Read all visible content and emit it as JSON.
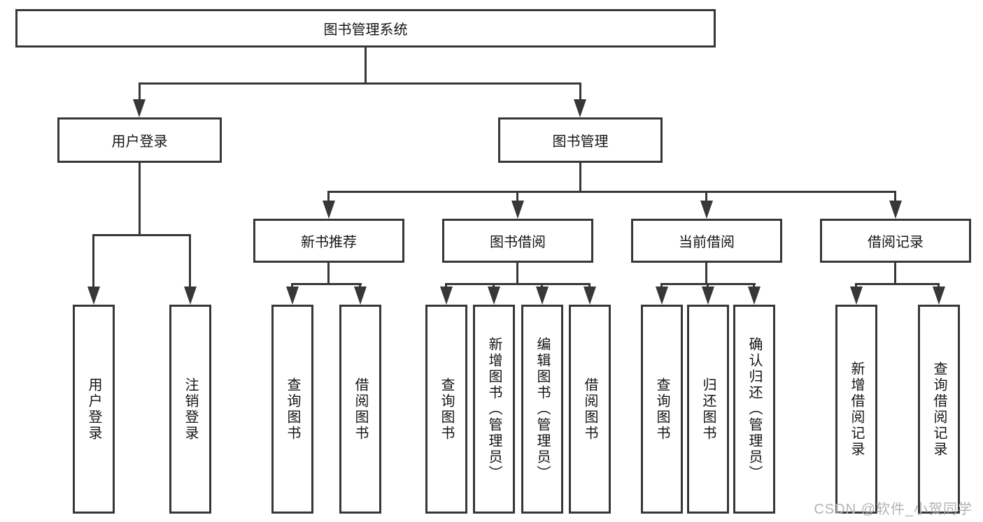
{
  "diagram": {
    "title_node": {
      "label": "图书管理系统"
    },
    "level2": [
      {
        "label": "用户登录"
      },
      {
        "label": "图书管理"
      }
    ],
    "level3": [
      {
        "label": "新书推荐"
      },
      {
        "label": "图书借阅"
      },
      {
        "label": "当前借阅"
      },
      {
        "label": "借阅记录"
      }
    ],
    "leaves": {
      "user_login": [
        "用户登录",
        "注销登录"
      ],
      "new_books": [
        "查询图书",
        "借阅图书"
      ],
      "book_borrow": [
        "查询图书",
        "新增图书（管理员）",
        "编辑图书（管理员）",
        "借阅图书"
      ],
      "current_borrow": [
        "查询图书",
        "归还图书",
        "确认归还（管理员）"
      ],
      "borrow_records": [
        "新增借阅记录",
        "查询借阅记录"
      ]
    }
  },
  "watermark": {
    "text": "CSDN @软件_小贺同学"
  },
  "colors": {
    "line": "#373737",
    "text": "#151515",
    "bg": "#ffffff",
    "watermark": "#b3b3b3"
  }
}
